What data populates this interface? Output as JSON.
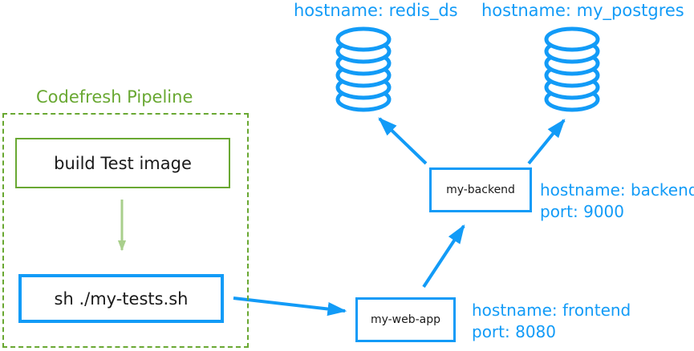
{
  "colors": {
    "blue": "#129BF7",
    "green": "#69A832",
    "light_green": "#A9CF8C",
    "black": "#1a1a1a"
  },
  "icons": {
    "database": "stacked-cylinder-discs"
  },
  "databases": {
    "redis": {
      "label": "hostname: redis_ds"
    },
    "postgres": {
      "label": "hostname: my_postgres"
    }
  },
  "backend": {
    "box": "my-backend",
    "hostname": "hostname: backend",
    "port": "port: 9000"
  },
  "frontend": {
    "box": "my-web-app",
    "hostname": "hostname: frontend",
    "port": "port: 8080"
  },
  "pipeline": {
    "title": "Codefresh Pipeline",
    "step1": "build Test image",
    "step2": "sh ./my-tests.sh"
  }
}
